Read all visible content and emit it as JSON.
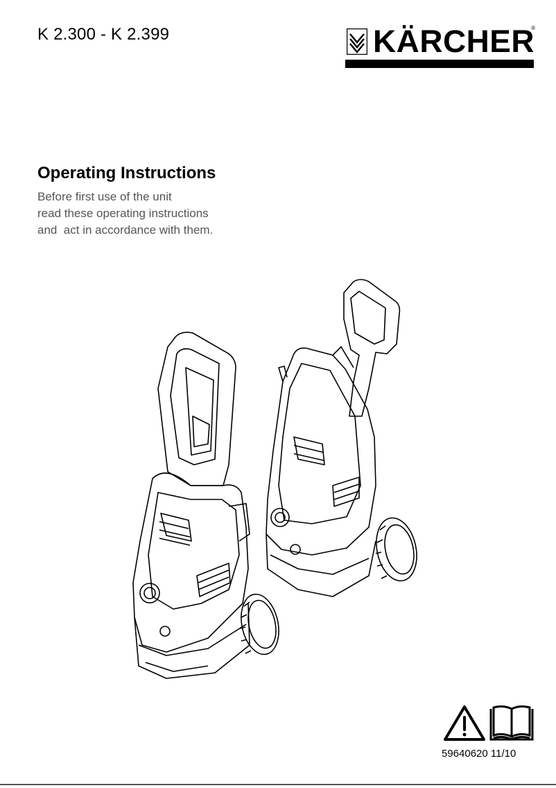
{
  "header": {
    "model_range": "K 2.300 - K 2.399",
    "brand_name": "KÄRCHER",
    "registered_mark": "®"
  },
  "cover": {
    "title": "Operating Instructions",
    "subtitle_lines": [
      "Before first use of the unit",
      "read these operating instructions",
      "and  act in accordance with them."
    ]
  },
  "footer": {
    "icons": [
      "warning-triangle-icon",
      "open-book-icon"
    ],
    "document_number": "59640620 11/10"
  }
}
